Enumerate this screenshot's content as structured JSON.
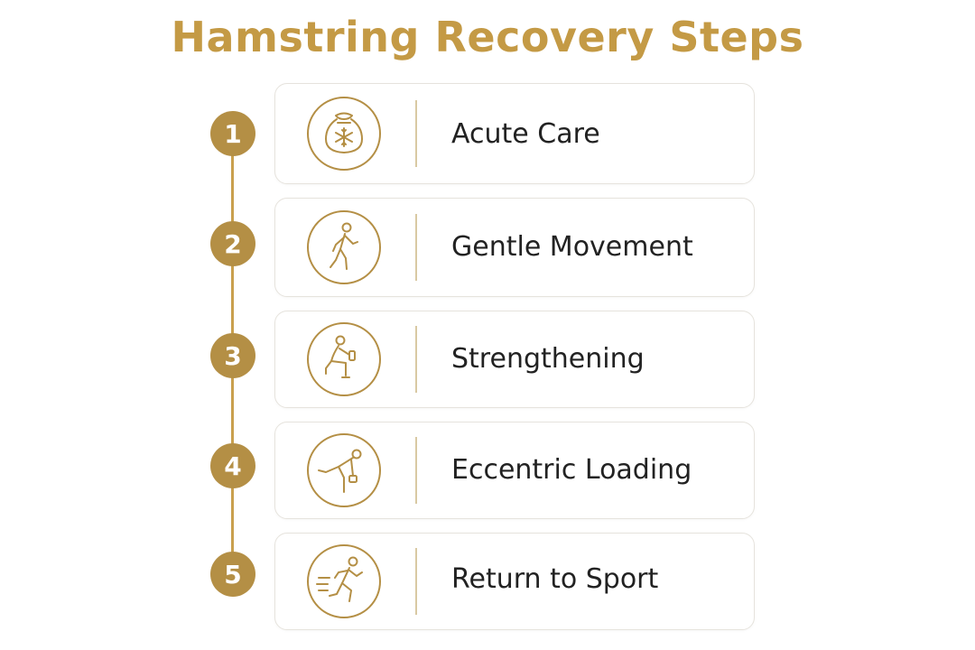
{
  "title": "Hamstring Recovery Steps",
  "accent_color": "#c49a45",
  "steps": [
    {
      "number": "1",
      "label": "Acute Care",
      "icon": "ice-pack-icon"
    },
    {
      "number": "2",
      "label": "Gentle Movement",
      "icon": "walking-person-icon"
    },
    {
      "number": "3",
      "label": "Strengthening",
      "icon": "squat-dumbbell-icon"
    },
    {
      "number": "4",
      "label": "Eccentric Loading",
      "icon": "single-leg-deadlift-icon"
    },
    {
      "number": "5",
      "label": "Return to Sport",
      "icon": "running-person-icon"
    }
  ]
}
